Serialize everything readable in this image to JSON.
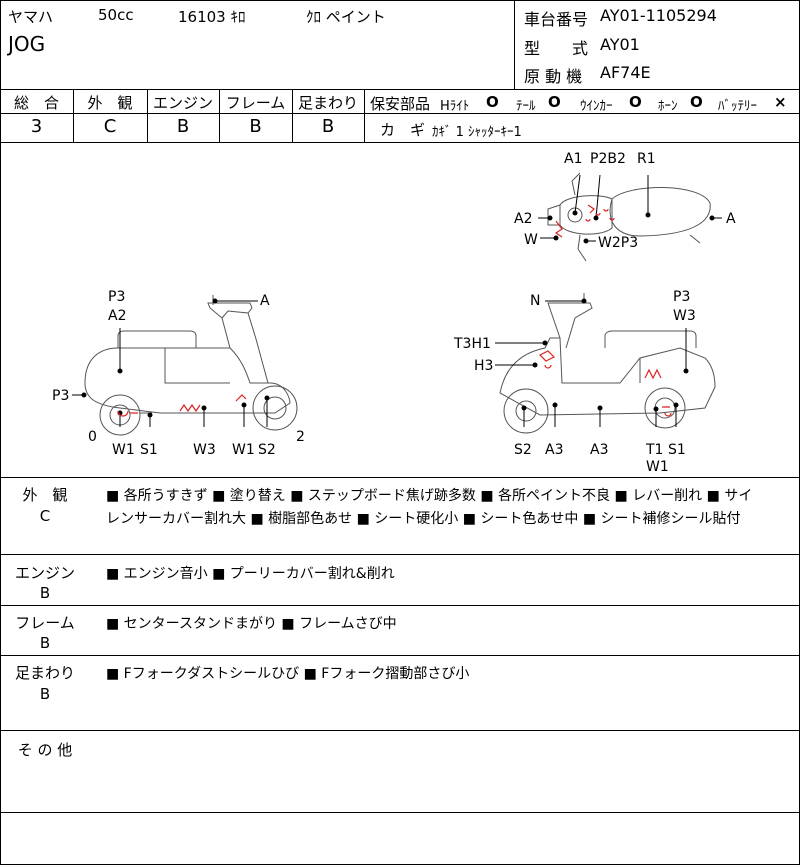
{
  "header": {
    "maker": "ヤマハ",
    "displacement": "50cc",
    "mileage": "16103 ｷﾛ",
    "color": "ｸﾛ ペイント",
    "model_name": "JOG",
    "frame_no_label": "車台番号",
    "frame_no": "AY01-1105294",
    "model_type_label": "型　　式",
    "model_type": "AY01",
    "engine_label": "原 動 機",
    "engine_code": "AF74E"
  },
  "grades": {
    "overall": {
      "label": "総　合",
      "value": "3"
    },
    "exterior": {
      "label": "外　観",
      "value": "C"
    },
    "engine": {
      "label": "エンジン",
      "value": "B"
    },
    "frame": {
      "label": "フレーム",
      "value": "B"
    },
    "suspension": {
      "label": "足まわり",
      "value": "B"
    }
  },
  "safety": {
    "label": "保安部品",
    "items": [
      "Hﾗｲﾄ",
      "ﾃｰﾙ",
      "ｳｲﾝｶｰ",
      "ﾎｰﾝ",
      "ﾊﾞｯﾃﾘｰ"
    ],
    "marks": [
      "O",
      "O",
      "O",
      "O",
      "×"
    ],
    "key_label": "カ　ギ",
    "key_value": "ｶｷﾞ 1 ｼｬｯﾀｰｷｰ1"
  },
  "diagram": {
    "top": {
      "A1": "A1",
      "P2B2": "P2B2",
      "R1": "R1",
      "A2": "A2",
      "A": "A",
      "W": "W",
      "W2P3": "W2P3"
    },
    "left": {
      "P3top": "P3",
      "A2": "A2",
      "A": "A",
      "P3side": "P3",
      "zero": "0",
      "W1a": "W1",
      "S1": "S1",
      "W3": "W3",
      "W1b": "W1",
      "S2": "S2",
      "two": "2"
    },
    "right": {
      "N": "N",
      "P3": "P3",
      "W3": "W3",
      "T3H1": "T3H1",
      "H3": "H3",
      "S2": "S2",
      "A3a": "A3",
      "A3b": "A3",
      "T1": "T1",
      "S1": "S1",
      "W1": "W1"
    }
  },
  "remarks": [
    {
      "label": "外　観",
      "grade": "C",
      "lines": [
        "■ 各所うすきず ■ 塗り替え ■ ステップボード焦げ跡多数 ■ 各所ペイント不良 ■ レバー削れ ■ サイ",
        "レンサーカバー割れ大 ■ 樹脂部色あせ ■ シート硬化小 ■ シート色あせ中 ■ シート補修シール貼付"
      ]
    },
    {
      "label": "エンジン",
      "grade": "B",
      "lines": [
        "■ エンジン音小 ■ プーリーカバー割れ&削れ"
      ]
    },
    {
      "label": "フレーム",
      "grade": "B",
      "lines": [
        "■ センタースタンドまがり ■ フレームさび中"
      ]
    },
    {
      "label": "足まわり",
      "grade": "B",
      "lines": [
        "■ Fフォークダストシールひび ■ Fフォーク摺動部さび小"
      ]
    },
    {
      "label": "そ の 他",
      "grade": "",
      "lines": []
    }
  ]
}
